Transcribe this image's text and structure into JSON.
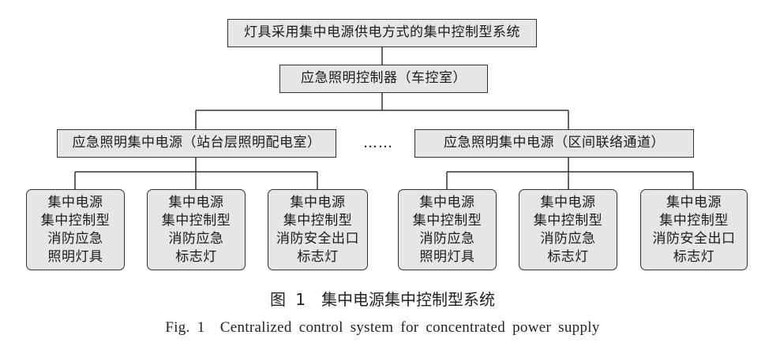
{
  "root": {
    "label": "灯具采用集中电源供电方式的集中控制型系统"
  },
  "controller": {
    "label": "应急照明控制器（车控室）"
  },
  "power_sources": [
    {
      "label": "应急照明集中电源（站台层照明配电室）"
    },
    {
      "label": "应急照明集中电源（区间联络通道）"
    }
  ],
  "ellipsis": "……",
  "fixtures": [
    {
      "lines": [
        "集中电源",
        "集中控制型",
        "消防应急",
        "照明灯具"
      ]
    },
    {
      "lines": [
        "集中电源",
        "集中控制型",
        "消防应急",
        "标志灯"
      ]
    },
    {
      "lines": [
        "集中电源",
        "集中控制型",
        "消防安全出口",
        "标志灯"
      ]
    },
    {
      "lines": [
        "集中电源",
        "集中控制型",
        "消防应急",
        "照明灯具"
      ]
    },
    {
      "lines": [
        "集中电源",
        "集中控制型",
        "消防应急",
        "标志灯"
      ]
    },
    {
      "lines": [
        "集中电源",
        "集中控制型",
        "消防安全出口",
        "标志灯"
      ]
    }
  ],
  "caption": {
    "cn": "图 1　集中电源集中控制型系统",
    "en": "Fig. 1　Centralized control system for concentrated power supply"
  },
  "colors": {
    "box_fill": "#e6e6e6",
    "border": "#333333",
    "line": "#333333"
  }
}
